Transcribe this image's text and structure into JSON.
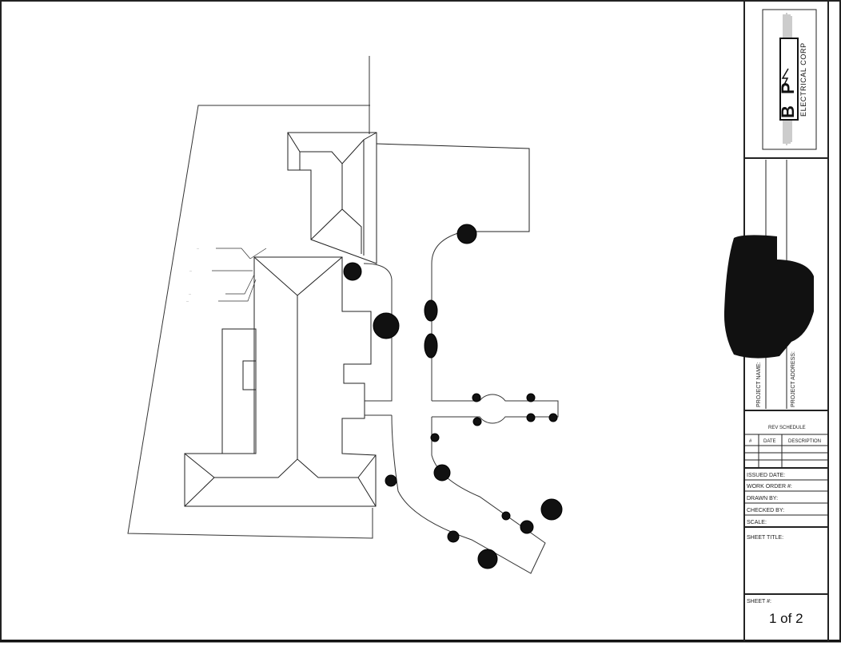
{
  "logo": {
    "wordmark": "B P",
    "tagline": "ELECTRICAL CORP"
  },
  "title_block": {
    "project_name_label": "PROJECT NAME:",
    "project_address_label": "PROJECT ADDRESS:",
    "rev_schedule": {
      "title": "REV SCHEDULE",
      "columns": [
        "#",
        "DATE",
        "DESCRIPTION"
      ]
    },
    "fields": {
      "issued_date": "ISSUED DATE:",
      "work_order": "WORK ORDER #:",
      "drawn_by": "DRAWN BY:",
      "checked_by": "CHECKED BY:",
      "scale": "SCALE:"
    },
    "sheet_title_label": "SHEET TITLE:",
    "sheet_number_label": "SHEET #:",
    "sheet_number": "1 of 2"
  },
  "redaction_color": "#111111",
  "line_color": "#222222"
}
